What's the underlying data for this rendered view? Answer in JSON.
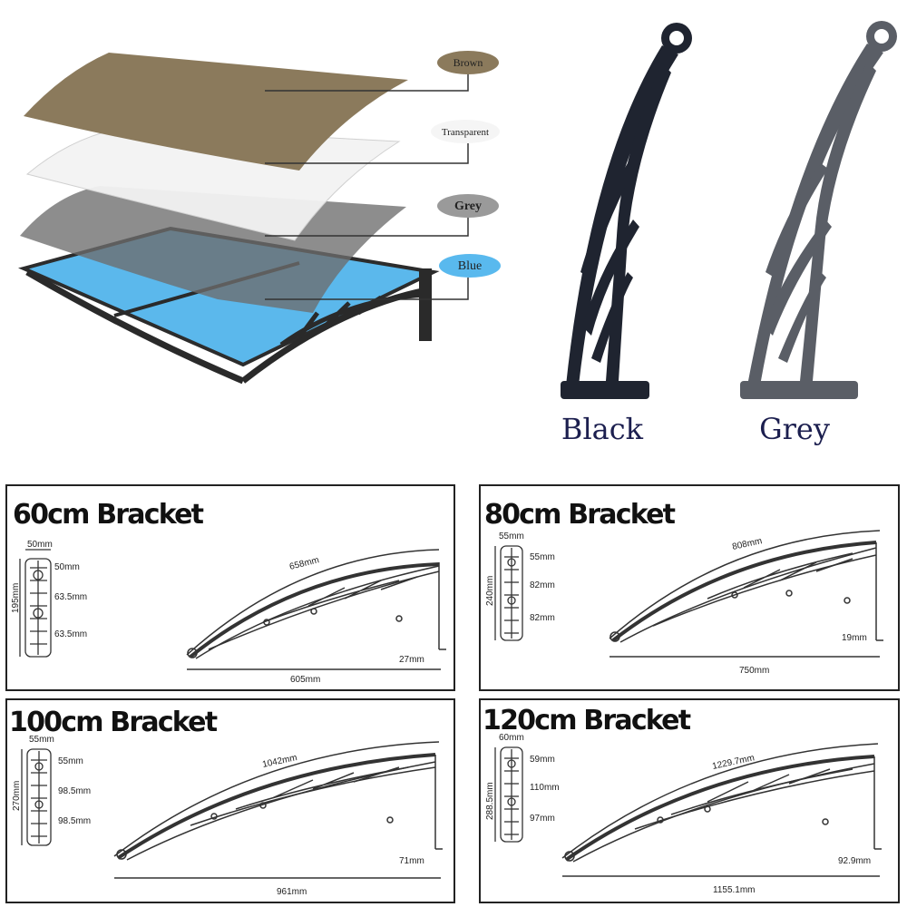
{
  "colors": {
    "brown": "#8b7a5c",
    "transparent": "#eeeeee",
    "grey": "#8e8e8e",
    "blue": "#59b9ee",
    "bracket_black": "#1f2430",
    "bracket_grey": "#5a5e66"
  },
  "materials": {
    "brown": "Brown",
    "transparent": "Transparent",
    "grey": "Grey",
    "blue": "Blue"
  },
  "bracket_colors": {
    "black": "Black",
    "grey": "Grey"
  },
  "brackets": [
    {
      "title": "60cm Bracket",
      "arc": "658mm",
      "width": "605mm",
      "drop": "27mm",
      "base_width": "50mm",
      "base_height": "195mm",
      "segments": [
        "50mm",
        "63.5mm",
        "63.5mm"
      ]
    },
    {
      "title": "80cm Bracket",
      "arc": "808mm",
      "width": "750mm",
      "drop": "19mm",
      "base_width": "55mm",
      "base_height": "240mm",
      "segments": [
        "55mm",
        "82mm",
        "82mm"
      ]
    },
    {
      "title": "100cm Bracket",
      "arc": "1042mm",
      "width": "961mm",
      "drop": "71mm",
      "base_width": "55mm",
      "base_height": "270mm",
      "segments": [
        "55mm",
        "98.5mm",
        "98.5mm"
      ]
    },
    {
      "title": "120cm Bracket",
      "arc": "1229.7mm",
      "width": "1155.1mm",
      "drop": "92.9mm",
      "base_width": "60mm",
      "base_height": "288.5mm",
      "segments": [
        "59mm",
        "110mm",
        "97mm"
      ]
    }
  ]
}
